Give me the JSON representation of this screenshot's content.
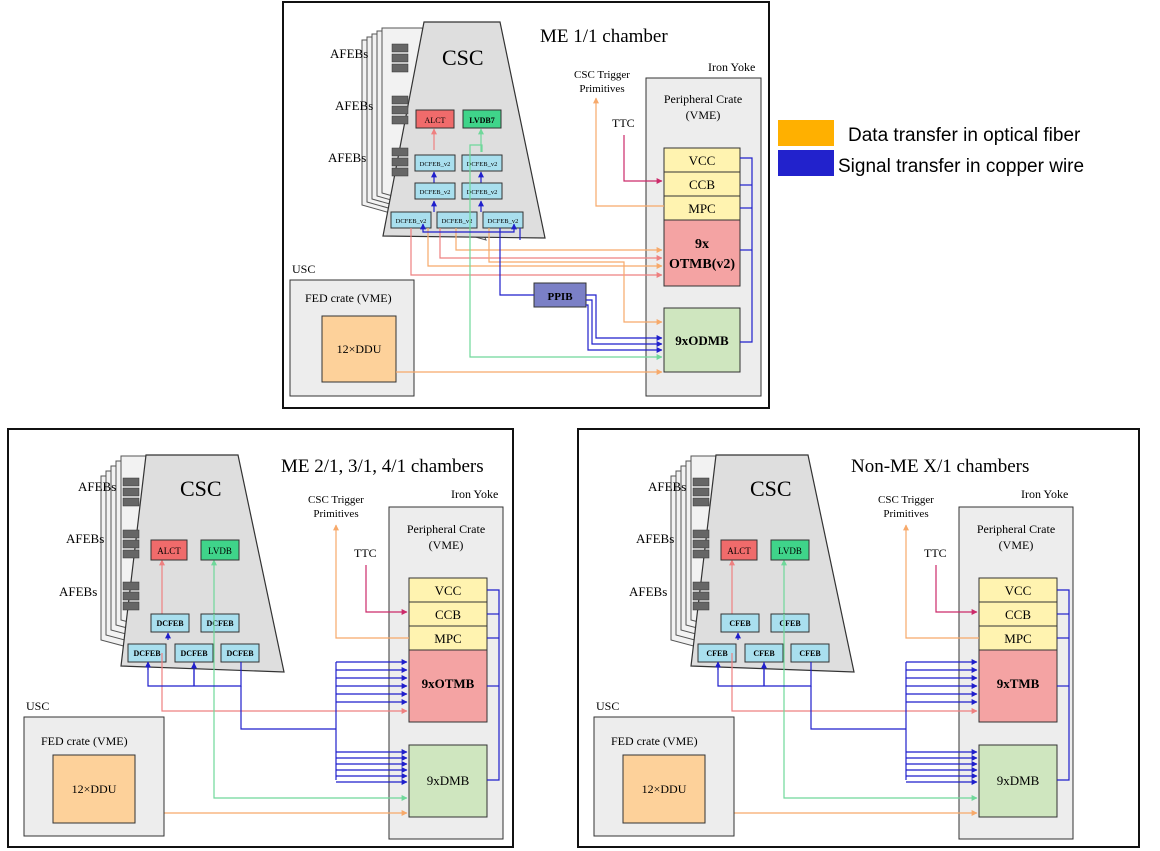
{
  "legend": {
    "optical_label": "Data transfer in optical fiber",
    "copper_label": "Signal transfer in copper wire",
    "optical_color": "#ffb000",
    "copper_color": "#2222cc"
  },
  "colors": {
    "optical_line": "#f7a96a",
    "copper_line": "#1f1fcc",
    "alct_line": "#ee8080",
    "lvdb_line": "#6fd89a",
    "ttc_line": "#cc2a6a",
    "chamber_fill": "#dedede",
    "crate_fill": "#ededed",
    "alct_fill": "#f06b6b",
    "lvdb_fill": "#3fd48a",
    "board_fill": "#a9dfee",
    "vme_fill": "#fff3b0",
    "tmb_fill": "#f4a3a3",
    "dmb_fill": "#cfe6bf",
    "ddu_fill": "#fdd19a",
    "ppib_fill": "#7b80c6"
  },
  "panel1": {
    "title": "ME 1/1 chamber",
    "csc": "CSC",
    "afebs": [
      "AFEBs",
      "AFEBs",
      "AFEBs"
    ],
    "alct": "ALCT",
    "lvdb": "LVDB7",
    "boards": [
      "DCFEB_v2",
      "DCFEB_v2",
      "DCFEB_v2",
      "DCFEB_v2",
      "DCFEB_v2",
      "DCFEB_v2",
      "DCFEB_v2"
    ],
    "trigger": [
      "CSC Trigger",
      "Primitives"
    ],
    "ttc": "TTC",
    "iron_yoke": "Iron Yoke",
    "pcrate": [
      "Peripheral Crate",
      "(VME)"
    ],
    "vcc": "VCC",
    "ccb": "CCB",
    "mpc": "MPC",
    "tmb": [
      "9x",
      "OTMB(v2)"
    ],
    "dmb": "9xODMB",
    "ppib": "PPIB",
    "usc": "USC",
    "fed": "FED crate (VME)",
    "ddu": "12×DDU"
  },
  "panel2": {
    "title": "ME 2/1, 3/1, 4/1 chambers",
    "csc": "CSC",
    "afebs": [
      "AFEBs",
      "AFEBs",
      "AFEBs"
    ],
    "alct": "ALCT",
    "lvdb": "LVDB",
    "boards": [
      "DCFEB",
      "DCFEB",
      "DCFEB",
      "DCFEB",
      "DCFEB"
    ],
    "trigger": [
      "CSC Trigger",
      "Primitives"
    ],
    "ttc": "TTC",
    "iron_yoke": "Iron Yoke",
    "pcrate": [
      "Peripheral Crate",
      "(VME)"
    ],
    "vcc": "VCC",
    "ccb": "CCB",
    "mpc": "MPC",
    "tmb": "9xOTMB",
    "dmb": "9xDMB",
    "usc": "USC",
    "fed": "FED crate (VME)",
    "ddu": "12×DDU"
  },
  "panel3": {
    "title": "Non-ME X/1 chambers",
    "csc": "CSC",
    "afebs": [
      "AFEBs",
      "AFEBs",
      "AFEBs"
    ],
    "alct": "ALCT",
    "lvdb": "LVDB",
    "boards": [
      "CFEB",
      "CFEB",
      "CFEB",
      "CFEB",
      "CFEB"
    ],
    "trigger": [
      "CSC Trigger",
      "Primitives"
    ],
    "ttc": "TTC",
    "iron_yoke": "Iron Yoke",
    "pcrate": [
      "Peripheral Crate",
      "(VME)"
    ],
    "vcc": "VCC",
    "ccb": "CCB",
    "mpc": "MPC",
    "tmb": "9xTMB",
    "dmb": "9xDMB",
    "usc": "USC",
    "fed": "FED crate (VME)",
    "ddu": "12×DDU"
  }
}
